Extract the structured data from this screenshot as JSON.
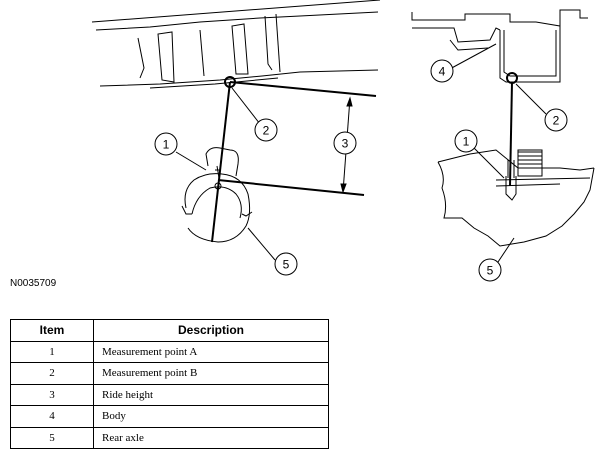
{
  "figure": {
    "id": "N0035709",
    "callouts": [
      "1",
      "2",
      "3",
      "4",
      "5"
    ]
  },
  "legend": {
    "headers": {
      "item": "Item",
      "description": "Description"
    },
    "rows": [
      {
        "item": "1",
        "description": "Measurement point A"
      },
      {
        "item": "2",
        "description": "Measurement point B"
      },
      {
        "item": "3",
        "description": "Ride height"
      },
      {
        "item": "4",
        "description": "Body"
      },
      {
        "item": "5",
        "description": "Rear axle"
      }
    ]
  }
}
